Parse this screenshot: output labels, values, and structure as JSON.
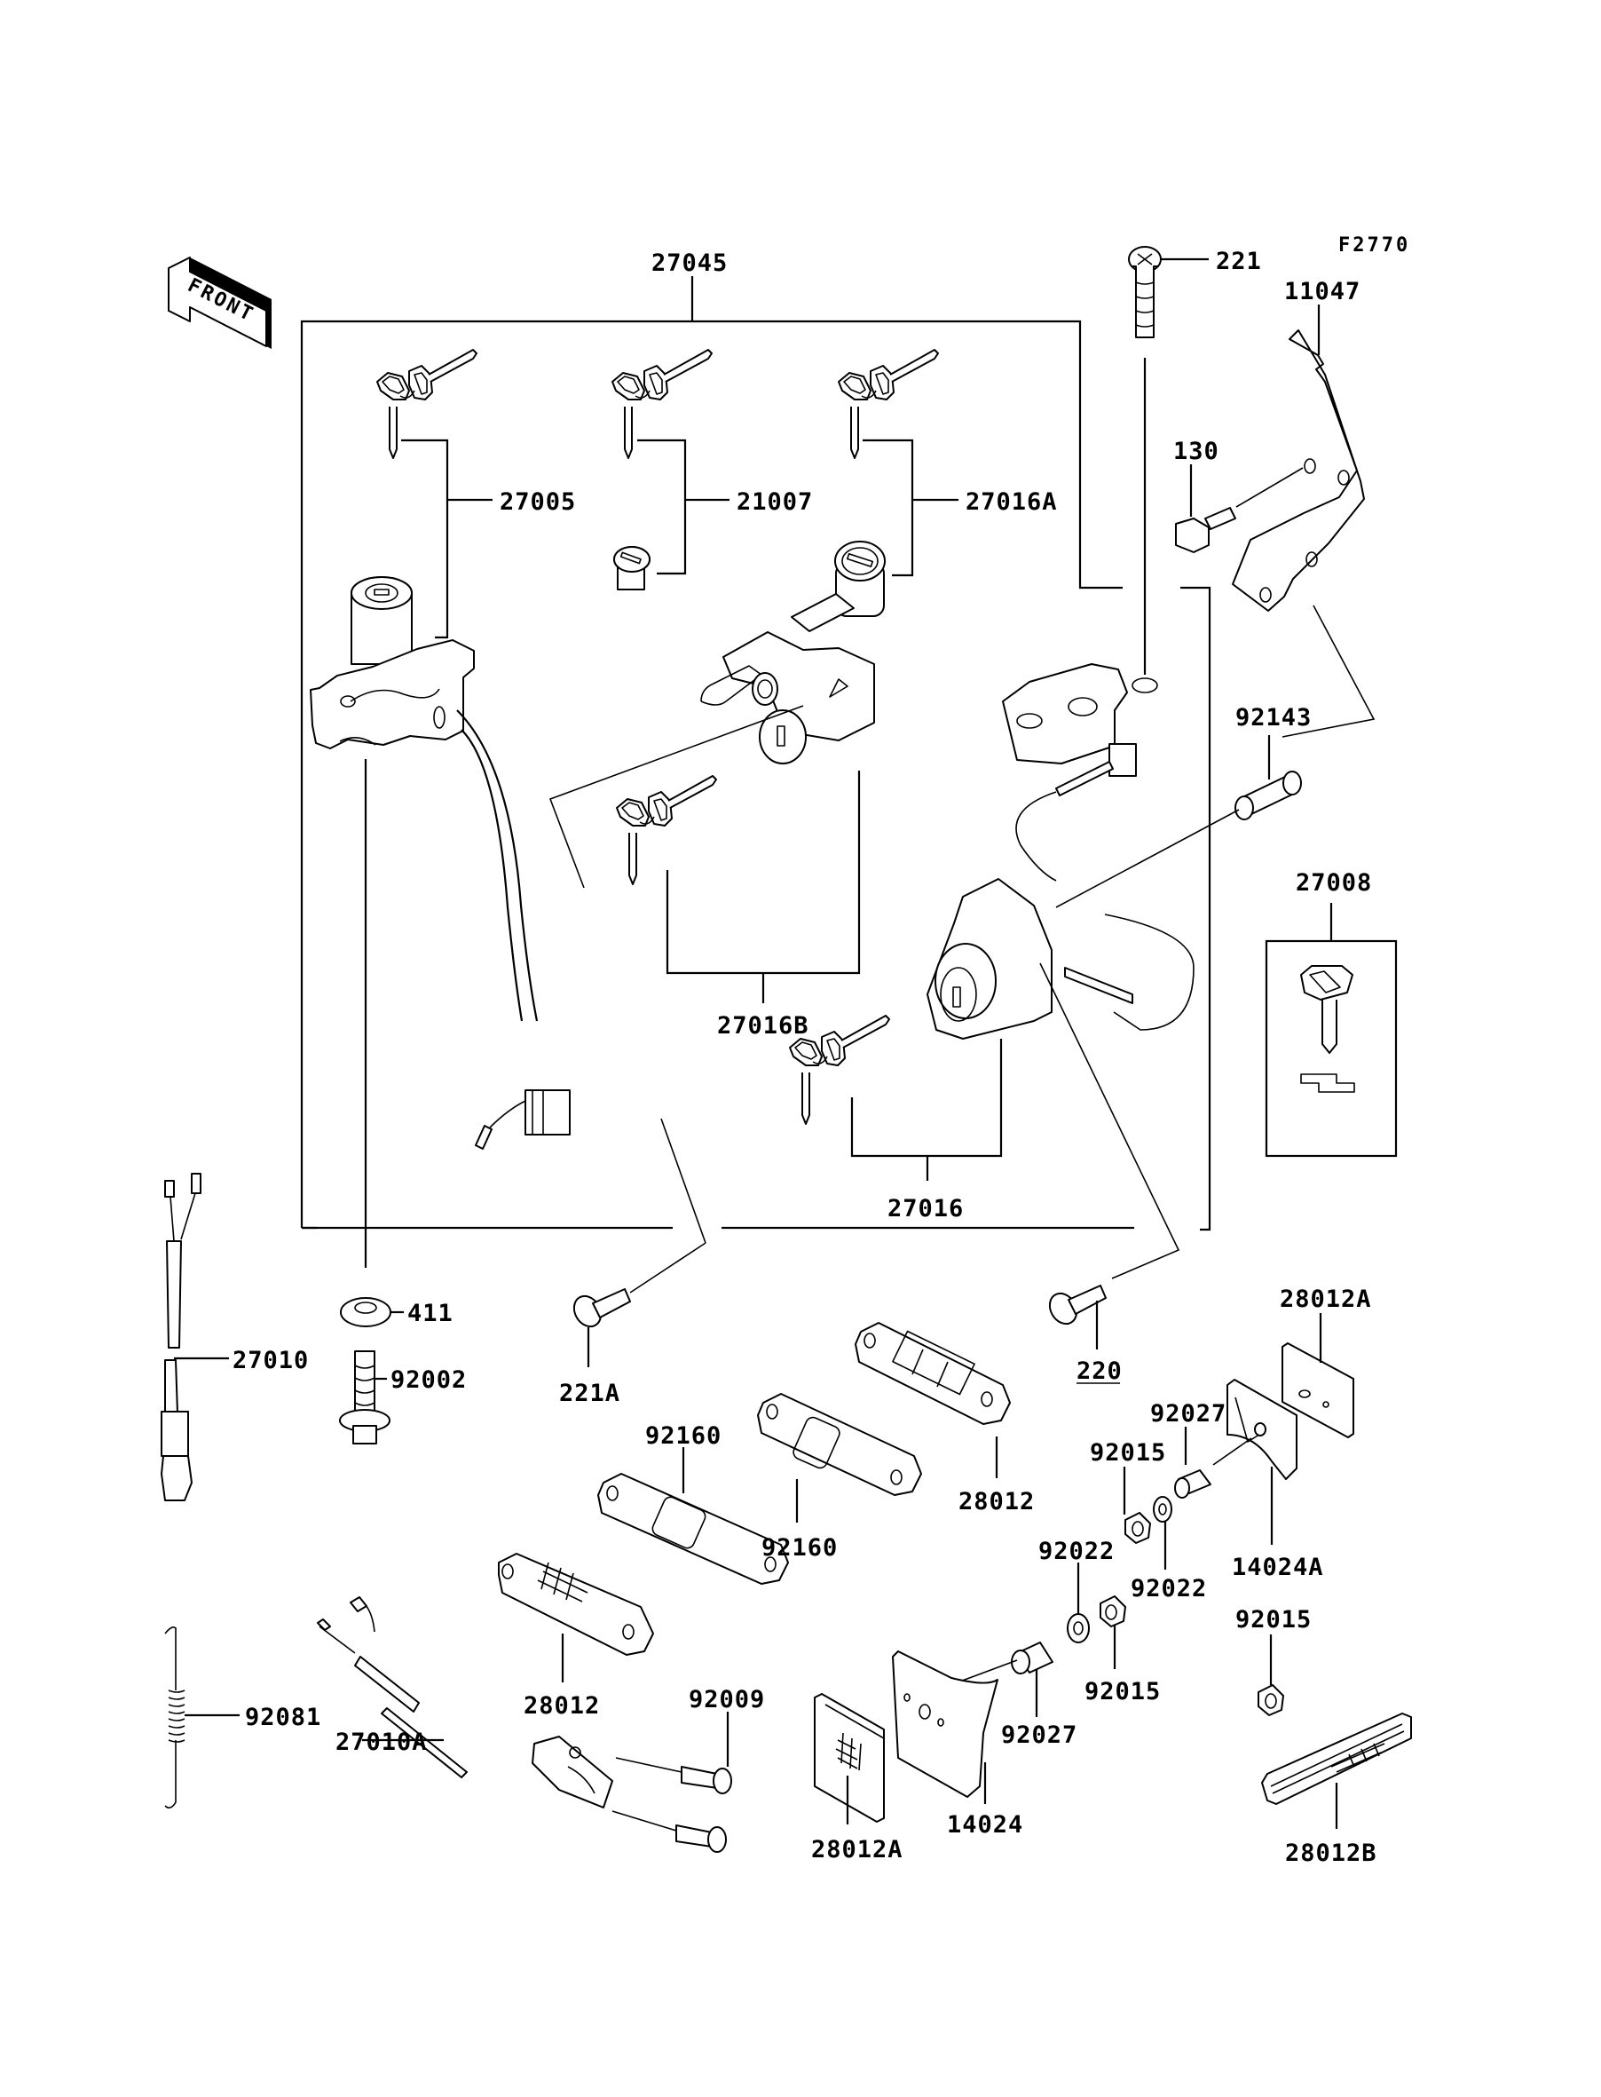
{
  "diagram": {
    "title": "Ignition Switch / Locks / Reflectors",
    "figure_ref": "F2770",
    "front_indicator": "FRONT",
    "callouts": {
      "set_27045": "27045",
      "ignition_keys_27005": "27005",
      "keys_21007": "21007",
      "lock_27016A": "27016A",
      "lock_27016B": "27016B",
      "lock_27016": "27016",
      "screw_221": "221",
      "bracket_11047": "11047",
      "bolt_130": "130",
      "collar_92143": "92143",
      "blank_key_27008": "27008",
      "washer_411": "411",
      "bolt_92002": "92002",
      "screw_221A": "221A",
      "screw_220": "220",
      "switch_27010": "27010",
      "gasket_92160_upper": "92160",
      "gasket_92160_lower": "92160",
      "reflector_28012_upper": "28012",
      "reflector_28012_lower": "28012",
      "reflector_28012A_upper": "28012A",
      "reflector_28012A_lower": "28012A",
      "reflector_28012B": "28012B",
      "collar_92027_upper": "92027",
      "collar_92027_lower": "92027",
      "nut_92015_upper": "92015",
      "nut_92015_mid": "92015",
      "nut_92015_right": "92015",
      "washer_92022_upper": "92022",
      "washer_92022_lower": "92022",
      "bracket_14024A": "14024A",
      "bracket_14024": "14024",
      "spring_92081": "92081",
      "switch_27010A": "27010A",
      "screw_92009": "92009"
    }
  }
}
